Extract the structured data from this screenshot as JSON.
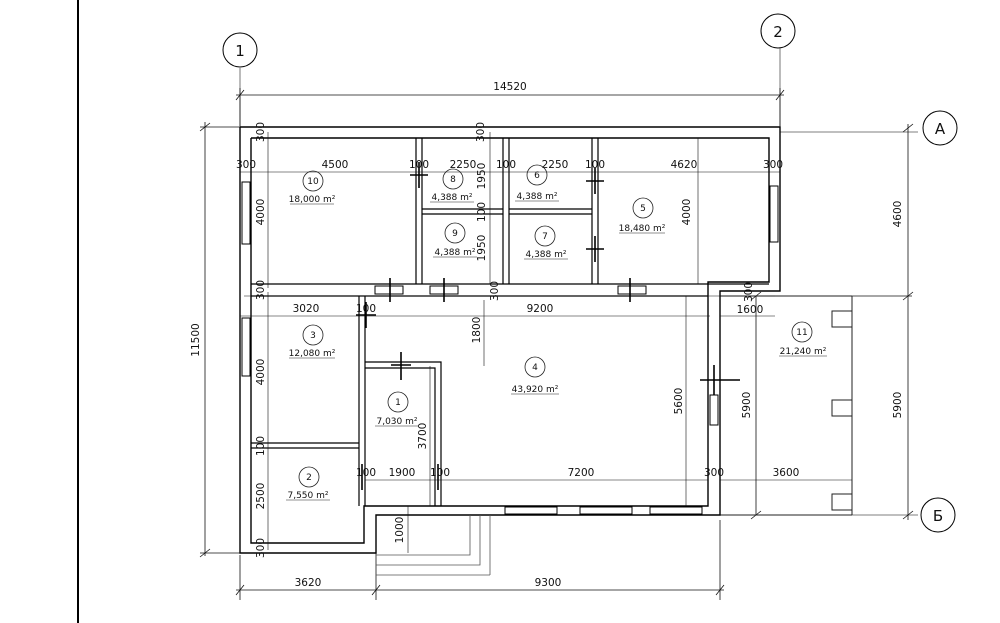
{
  "axes": {
    "vertical": [
      "1",
      "2"
    ],
    "horizontal": [
      "А",
      "Б"
    ]
  },
  "dims": {
    "overall_width": "14520",
    "overall_height": "11500",
    "row_a_height": "4600",
    "row_b_height": "5900",
    "terrace_height": "5900",
    "bottom_left": "3620",
    "bottom_right": "9300",
    "r10_w": "4500",
    "r10_h": "4000",
    "r8_w": "2250",
    "r6_w": "2250",
    "r5_w": "4620",
    "r5_h": "4000",
    "r8_h": "1950",
    "r9_h": "1950",
    "r3_w": "3020",
    "r3_h": "4000",
    "r4_w": "9200",
    "r4_h": "5600",
    "r4_notch_h": "1800",
    "r1_h": "3700",
    "r1_w": "1900",
    "r2_h": "2500",
    "kitchen_w": "7200",
    "terrace_w1": "1600",
    "terrace_w2": "3600",
    "porch_h": "1000",
    "wall": "300",
    "partition": "100"
  },
  "rooms": [
    {
      "num": "1",
      "area": "7,030 m²"
    },
    {
      "num": "2",
      "area": "7,550 m²"
    },
    {
      "num": "3",
      "area": "12,080 m²"
    },
    {
      "num": "4",
      "area": "43,920 m²"
    },
    {
      "num": "5",
      "area": "18,480 m²"
    },
    {
      "num": "6",
      "area": "4,388 m²"
    },
    {
      "num": "7",
      "area": "4,388 m²"
    },
    {
      "num": "8",
      "area": "4,388 m²"
    },
    {
      "num": "9",
      "area": "4,388 m²"
    },
    {
      "num": "10",
      "area": "18,000 m²"
    },
    {
      "num": "11",
      "area": "21,240 m²"
    }
  ]
}
